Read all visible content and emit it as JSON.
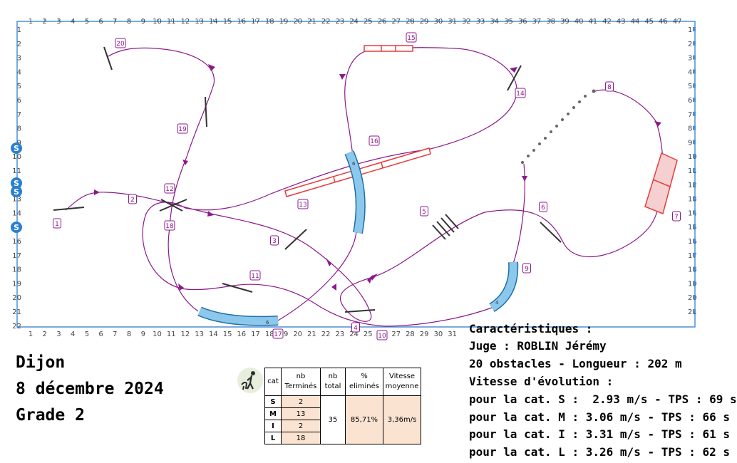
{
  "top_ruler": [
    "1",
    "2",
    "3",
    "4",
    "5",
    "6",
    "7",
    "8",
    "9",
    "10",
    "11",
    "12",
    "13",
    "14",
    "15",
    "16",
    "17",
    "18",
    "19",
    "20",
    "21",
    "22",
    "23",
    "24",
    "25",
    "26",
    "27",
    "28",
    "29",
    "30",
    "31",
    "32",
    "33",
    "34",
    "35",
    "36",
    "37",
    "38",
    "39",
    "40",
    "41",
    "42",
    "43",
    "44",
    "45",
    "46",
    "47"
  ],
  "bottom_ruler": [
    "1",
    "2",
    "3",
    "4",
    "5",
    "6",
    "7",
    "8",
    "9",
    "10",
    "11",
    "12",
    "13",
    "14",
    "15",
    "16",
    "17",
    "18",
    "19",
    "20",
    "21",
    "22",
    "23",
    "24",
    "25",
    "26",
    "27",
    "28",
    "29",
    "30",
    "31"
  ],
  "left_ruler": [
    "1",
    "2",
    "3",
    "4",
    "5",
    "6",
    "7",
    "8",
    "9",
    "10",
    "11",
    "12",
    "13",
    "14",
    "15",
    "16",
    "17",
    "18",
    "19",
    "20",
    "21",
    "22"
  ],
  "right_ruler": [
    "1",
    "2",
    "3",
    "4",
    "5",
    "6",
    "7",
    "8",
    "9",
    "10",
    "11",
    "12",
    "13",
    "14",
    "15",
    "16",
    "17",
    "18",
    "19",
    "20",
    "21"
  ],
  "start_markers": [
    "S",
    "S",
    "S",
    "S"
  ],
  "obstacles": [
    "1",
    "2",
    "3",
    "4",
    "5",
    "6",
    "7",
    "8",
    "9",
    "10",
    "11",
    "12",
    "13",
    "14",
    "15",
    "16",
    "17",
    "18",
    "19",
    "20"
  ],
  "tunnel_labels": [
    "6",
    "6",
    "4"
  ],
  "colors": {
    "path": "#8b1a8b",
    "tunnel": "#8cc8ec",
    "tunnel_border": "#1f70a8",
    "wall": "#e63b3b",
    "grid": "#4a8fd8",
    "start": "#2a7fd0"
  },
  "event": {
    "place": "Dijon",
    "date": "8 décembre 2024",
    "grade": "Grade 2"
  },
  "characteristics": {
    "title": "Caractéristiques :",
    "judge": "Juge : ROBLIN Jérémy",
    "course": "20 obstacles - Longueur : 202 m",
    "speed_title": "Vitesse d'évolution :",
    "lines": [
      "pour la cat. S :  2.93 m/s - TPS : 69 s",
      "pour la cat. M : 3.06 m/s - TPS : 66 s",
      "pour la cat. I : 3.31 m/s - TPS : 61 s",
      "pour la cat. L : 3.26 m/s - TPS : 62 s"
    ]
  },
  "stats": {
    "headers": [
      "cat",
      "nb Terminés",
      "nb total",
      "% eliminés",
      "Vitesse moyenne"
    ],
    "rows": [
      {
        "cat": "S",
        "finished": "2"
      },
      {
        "cat": "M",
        "finished": "13"
      },
      {
        "cat": "I",
        "finished": "2"
      },
      {
        "cat": "L",
        "finished": "18"
      }
    ],
    "total": "35",
    "eliminated": "85,71%",
    "avg_speed": "3,36m/s"
  }
}
